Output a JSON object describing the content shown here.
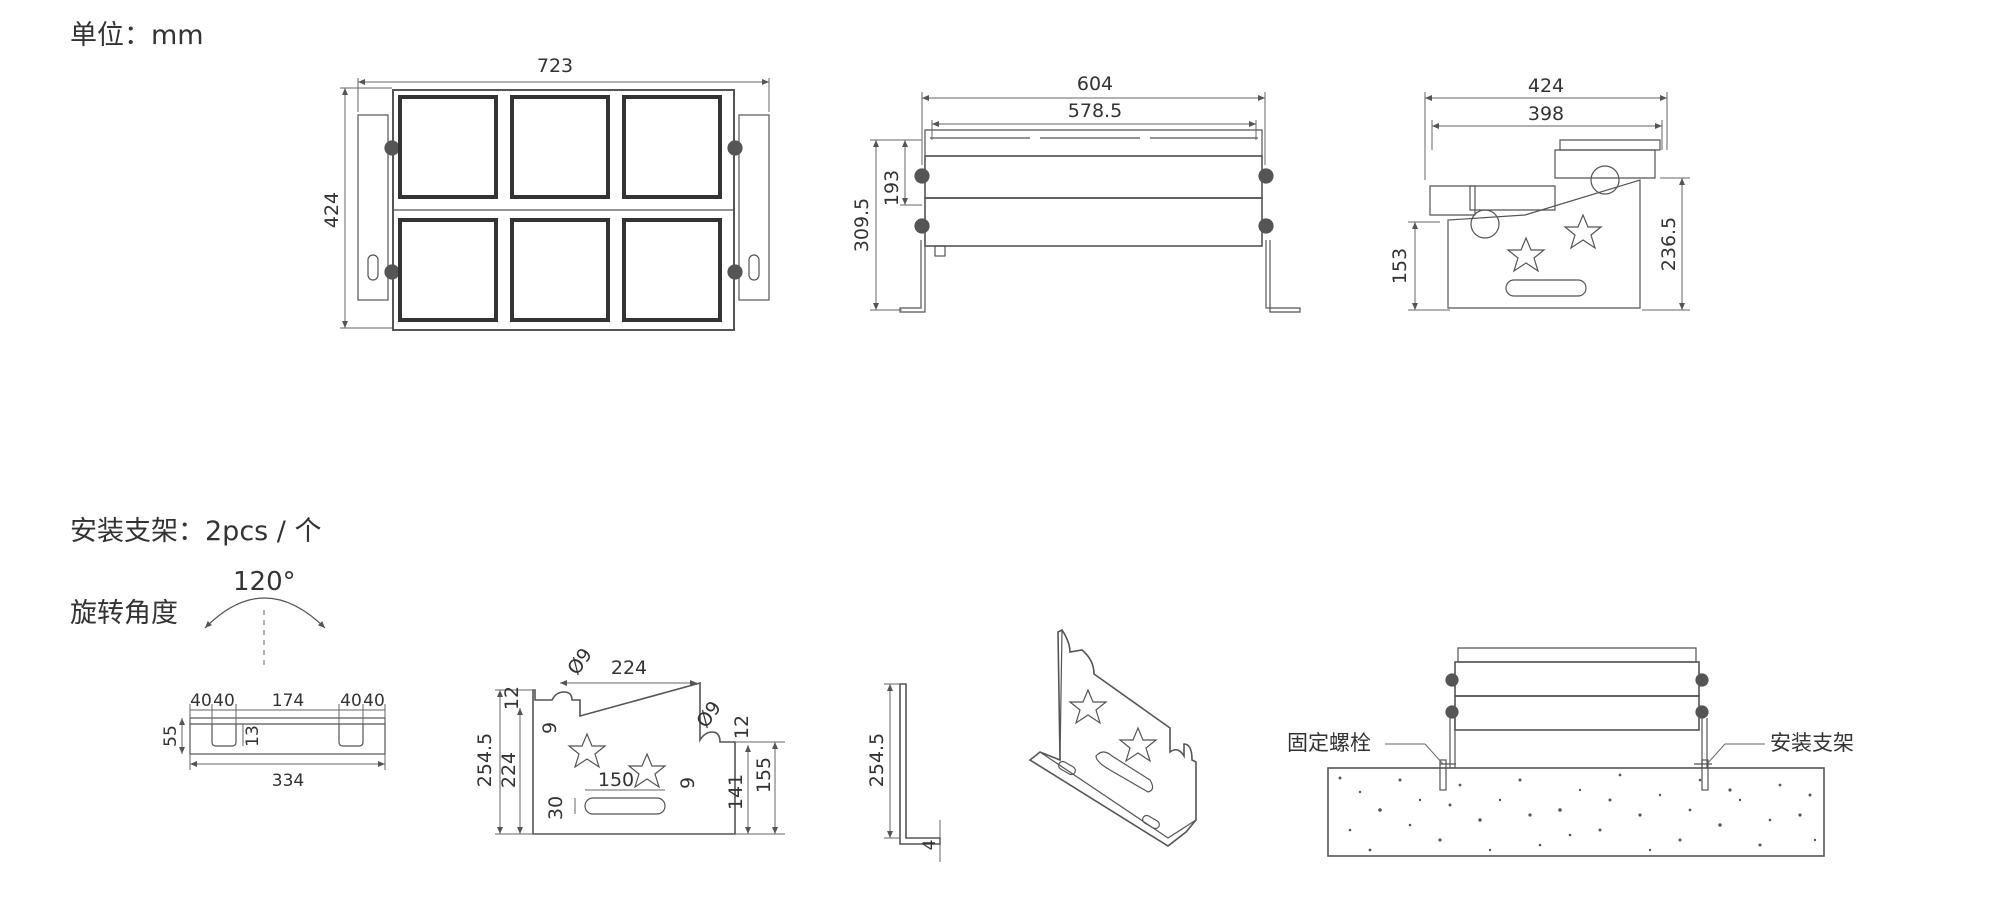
{
  "header": {
    "unit_label": "单位：mm",
    "bracket_label": "安装支架：2pcs / 个",
    "rotation_label": "旋转角度",
    "rotation_value": "120°"
  },
  "front_view": {
    "width": "723",
    "height": "424"
  },
  "side_view": {
    "width_outer": "604",
    "width_inner": "578.5",
    "height_total": "309.5",
    "height_body": "193"
  },
  "end_view": {
    "width_outer": "424",
    "width_inner": "398",
    "height_right": "236.5",
    "height_left": "153"
  },
  "bracket_plan": {
    "d40a": "40",
    "d40b": "40",
    "d174": "174",
    "d40c": "40",
    "d40d": "40",
    "d55": "55",
    "d13": "13",
    "d334": "334"
  },
  "bracket_elevation": {
    "d224_top": "224",
    "hole_a": "Ø9",
    "hole_b": "Ø9",
    "r9_a": "9",
    "r9_b": "9",
    "d12_left": "12",
    "d12_right": "12",
    "d254_5": "254.5",
    "d224_left": "224",
    "d150": "150",
    "d30": "30",
    "d141": "141",
    "d155": "155"
  },
  "bracket_profile": {
    "d254_5": "254.5",
    "d4": "4"
  },
  "installation": {
    "bolt_label": "固定螺栓",
    "bracket_label": "安装支架"
  }
}
